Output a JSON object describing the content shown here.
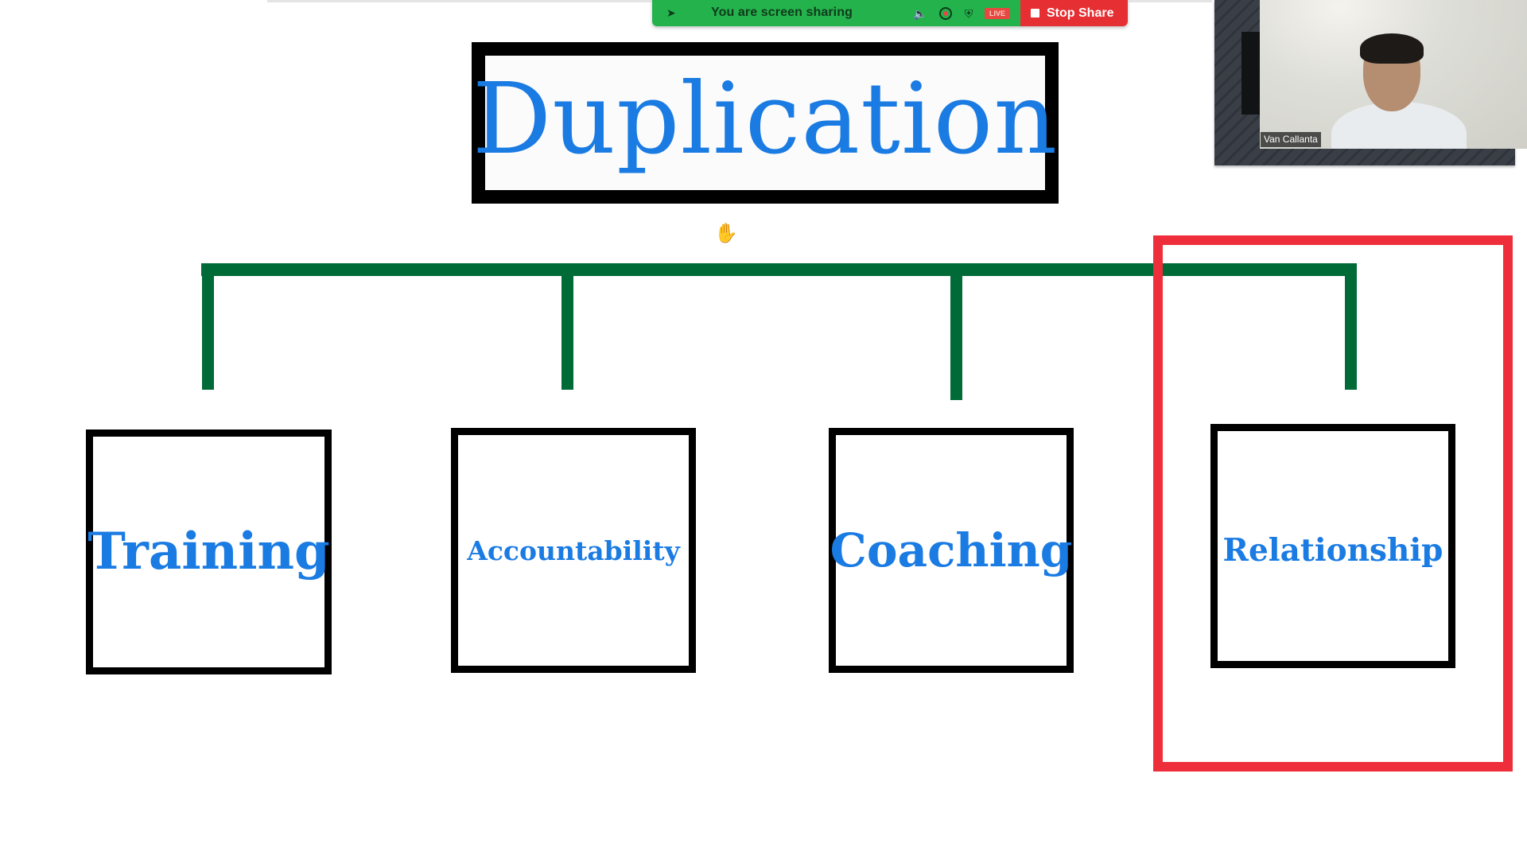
{
  "zoom_share_bar": {
    "status_label": "You are screen sharing",
    "live_badge": "LIVE",
    "stop_share_label": "Stop Share",
    "icons": [
      "pin-icon",
      "speaker-icon",
      "record-icon",
      "shield-icon"
    ],
    "colors": {
      "bar_green": "#23b24b",
      "stop_red": "#e62f33"
    }
  },
  "video": {
    "participant_name": "Van Callanta"
  },
  "slide": {
    "title": "Duplication",
    "nodes": [
      {
        "label": "Training",
        "highlighted": false
      },
      {
        "label": "Accountability",
        "highlighted": false
      },
      {
        "label": "Coaching",
        "highlighted": false
      },
      {
        "label": "Relationship",
        "highlighted": true
      }
    ],
    "colors": {
      "text_blue": "#1a7be3",
      "connector_green": "#006b37",
      "highlight_red": "#ee2f3b",
      "box_border": "#000000"
    }
  },
  "cursor": {
    "type": "hand-grab"
  }
}
